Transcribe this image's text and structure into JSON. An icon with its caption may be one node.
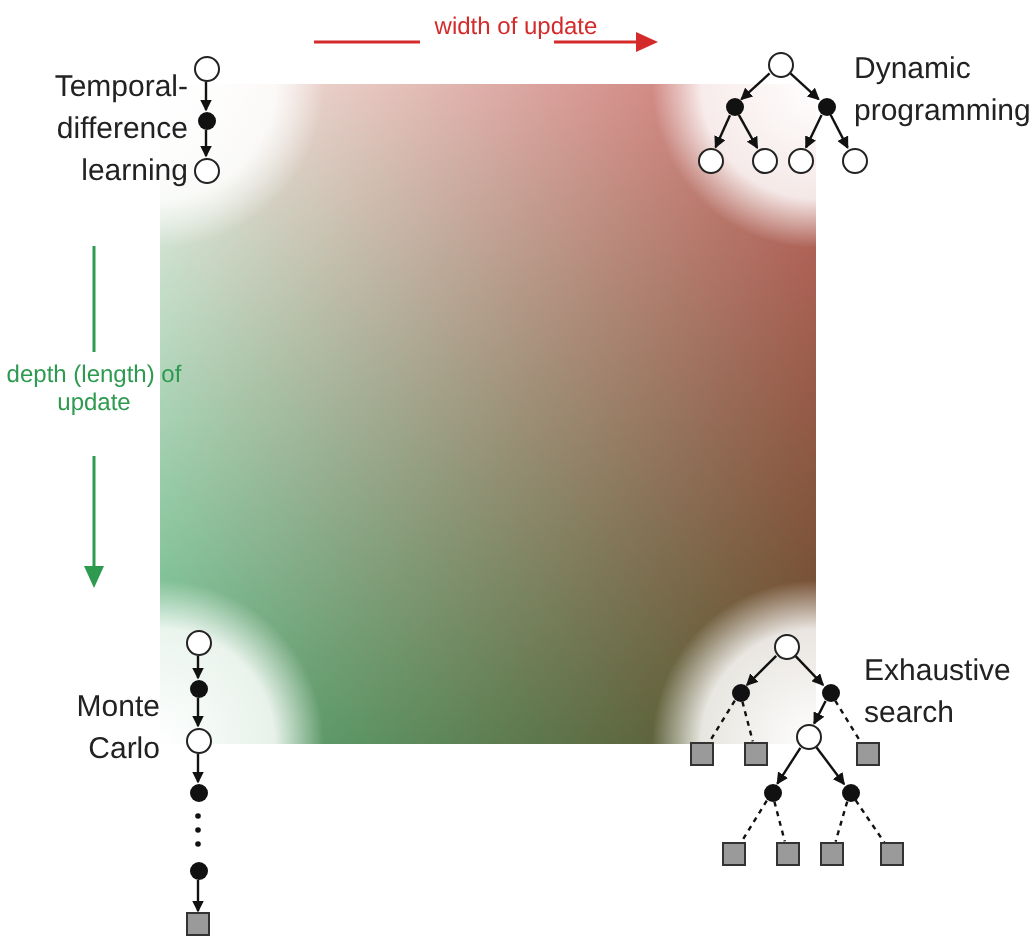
{
  "diagram": {
    "nodes": [
      {
        "text": [],
        "shape": "circle"
      },
      {
        "text": [],
        "shape": "dot"
      },
      {
        "text": [],
        "shape": "circle"
      },
      {
        "text": [],
        "shape": "circle"
      },
      {
        "text": [],
        "shape": "dot"
      },
      {
        "text": [],
        "shape": "dot"
      },
      {
        "text": [],
        "shape": "circle"
      },
      {
        "text": [],
        "shape": "circle"
      },
      {
        "text": [],
        "shape": "circle"
      },
      {
        "text": [],
        "shape": "circle"
      },
      {
        "text": [],
        "shape": "circle"
      },
      {
        "text": [],
        "shape": "dot"
      },
      {
        "text": [],
        "shape": "circle"
      },
      {
        "text": [],
        "shape": "dot"
      },
      {
        "text": [],
        "shape": "dot"
      },
      {
        "text": [],
        "shape": "square"
      },
      {
        "text": [],
        "shape": "circle"
      },
      {
        "text": [],
        "shape": "dot"
      },
      {
        "text": [],
        "shape": "dot"
      },
      {
        "text": [],
        "shape": "square"
      },
      {
        "text": [],
        "shape": "square"
      },
      {
        "text": [],
        "shape": "circle"
      },
      {
        "text": [],
        "shape": "square"
      },
      {
        "text": [],
        "shape": "dot"
      },
      {
        "text": [],
        "shape": "dot"
      },
      {
        "text": [],
        "shape": "square"
      },
      {
        "text": [],
        "shape": "square"
      },
      {
        "text": [],
        "shape": "square"
      },
      {
        "text": [],
        "shape": "square"
      }
    ],
    "edges": [
      {
        "from": 0,
        "to": 1,
        "arrow": "to"
      },
      {
        "from": 1,
        "to": 2,
        "arrow": "to"
      },
      {
        "from": 3,
        "to": 4,
        "arrow": "to"
      },
      {
        "from": 3,
        "to": 5,
        "arrow": "to"
      },
      {
        "from": 4,
        "to": 6,
        "arrow": "to"
      },
      {
        "from": 4,
        "to": 7,
        "arrow": "to"
      },
      {
        "from": 5,
        "to": 8,
        "arrow": "to"
      },
      {
        "from": 5,
        "to": 9,
        "arrow": "to"
      },
      {
        "from": 10,
        "to": 11,
        "arrow": "to"
      },
      {
        "from": 11,
        "to": 12,
        "arrow": "to"
      },
      {
        "from": 12,
        "to": 13,
        "arrow": "to"
      },
      {
        "from": 14,
        "to": 15,
        "arrow": "to"
      },
      {
        "from": 16,
        "to": 17,
        "arrow": "to"
      },
      {
        "from": 16,
        "to": 18,
        "arrow": "to"
      },
      {
        "from": 17,
        "to": 19,
        "arrow": "none",
        "style": "dashed"
      },
      {
        "from": 17,
        "to": 20,
        "arrow": "none",
        "style": "dashed"
      },
      {
        "from": 18,
        "to": 21,
        "arrow": "to"
      },
      {
        "from": 18,
        "to": 22,
        "arrow": "none",
        "style": "dashed"
      },
      {
        "from": 21,
        "to": 23,
        "arrow": "to"
      },
      {
        "from": 21,
        "to": 24,
        "arrow": "to"
      },
      {
        "from": 23,
        "to": 25,
        "arrow": "none",
        "style": "dashed"
      },
      {
        "from": 23,
        "to": 26,
        "arrow": "none",
        "style": "dashed"
      },
      {
        "from": 24,
        "to": 27,
        "arrow": "none",
        "style": "dashed"
      },
      {
        "from": 24,
        "to": 28,
        "arrow": "none",
        "style": "dashed"
      }
    ],
    "labels": [
      "width of update",
      "Temporal-difference learning",
      "Dynamic programming",
      "depth (length) of update",
      "Monte Carlo",
      "Exhaustive search"
    ]
  }
}
